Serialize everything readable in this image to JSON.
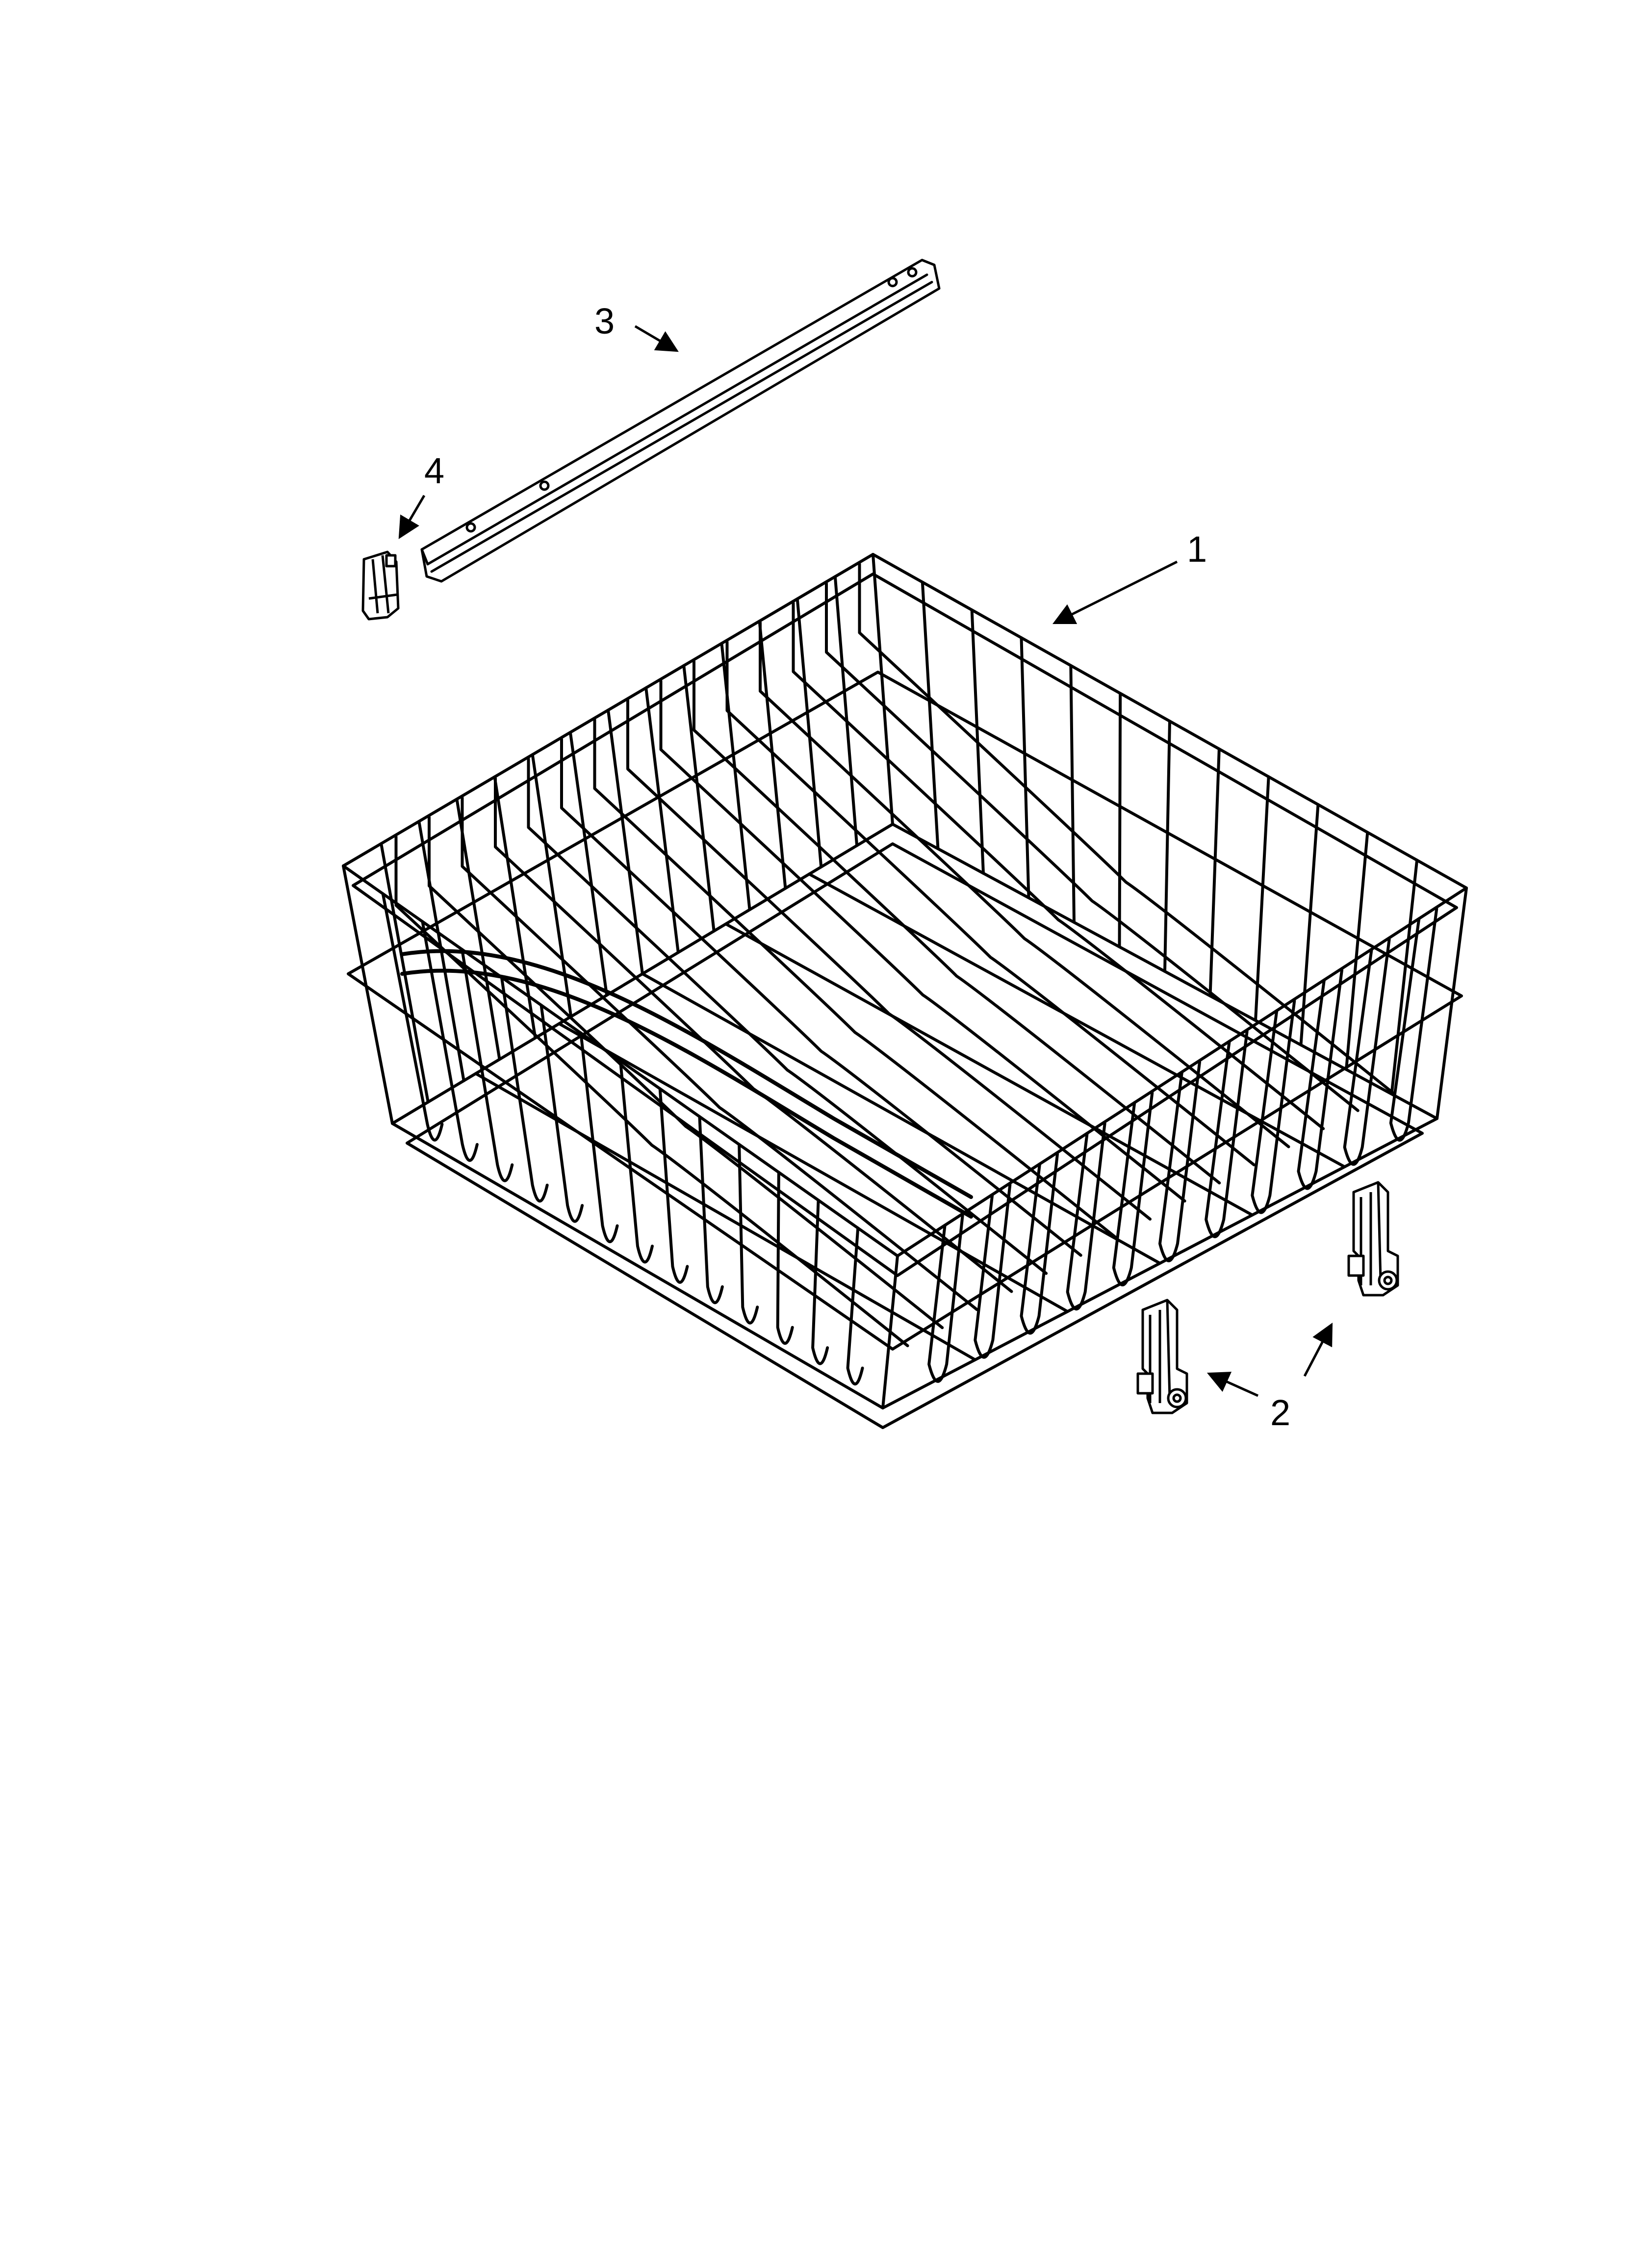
{
  "diagram": {
    "type": "exploded-parts-view",
    "line_color": "#000000",
    "background": "#ffffff",
    "parts": [
      {
        "label": "1",
        "icon": "upper-dishrack-icon"
      },
      {
        "label": "2",
        "icon": "rack-roller-adjuster-icon"
      },
      {
        "label": "3",
        "icon": "rack-track-rail-icon"
      },
      {
        "label": "4",
        "icon": "rail-end-cap-icon"
      }
    ]
  }
}
